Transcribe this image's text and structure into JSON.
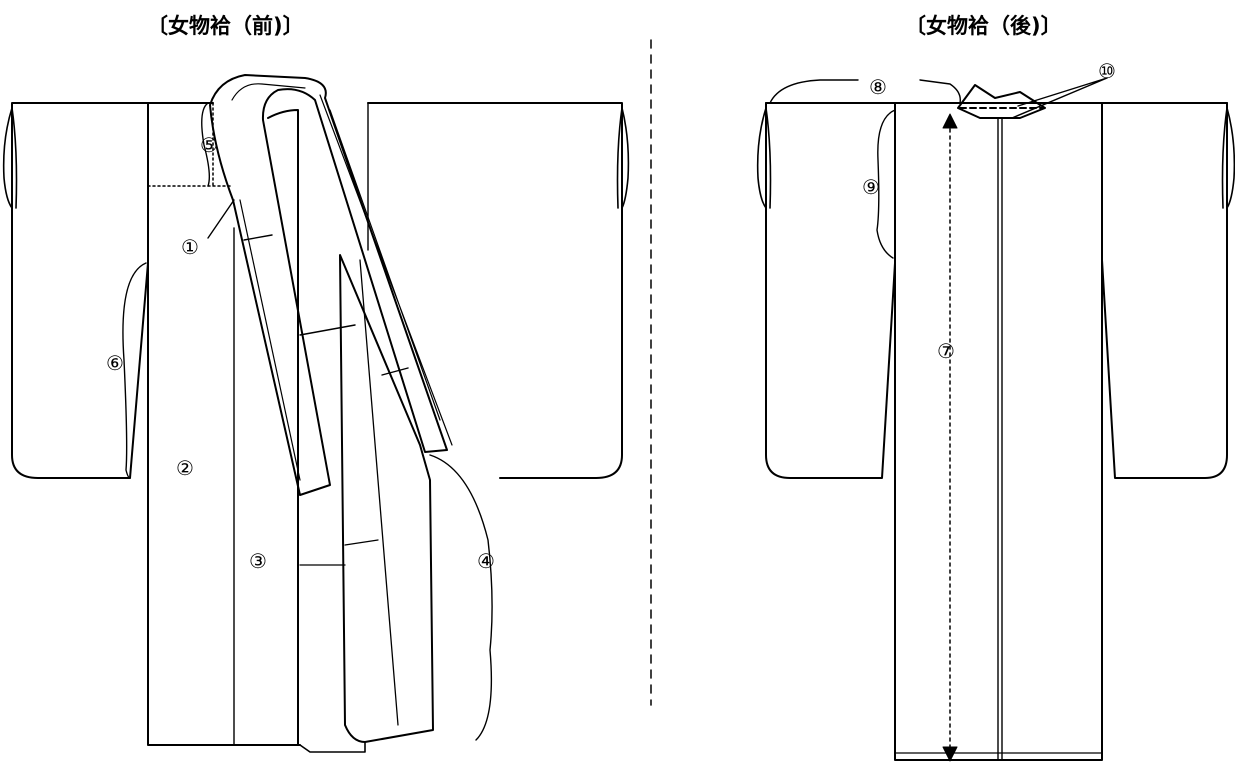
{
  "titles": {
    "front": "〔女物袷（前)〕",
    "back": "〔女物袷（後)〕"
  },
  "labels": {
    "front": [
      "①",
      "②",
      "③",
      "④",
      "⑤",
      "⑥"
    ],
    "back": [
      "⑦",
      "⑧",
      "⑨",
      "⑩"
    ]
  },
  "colors": {
    "line": "#000000",
    "background": "#ffffff"
  }
}
